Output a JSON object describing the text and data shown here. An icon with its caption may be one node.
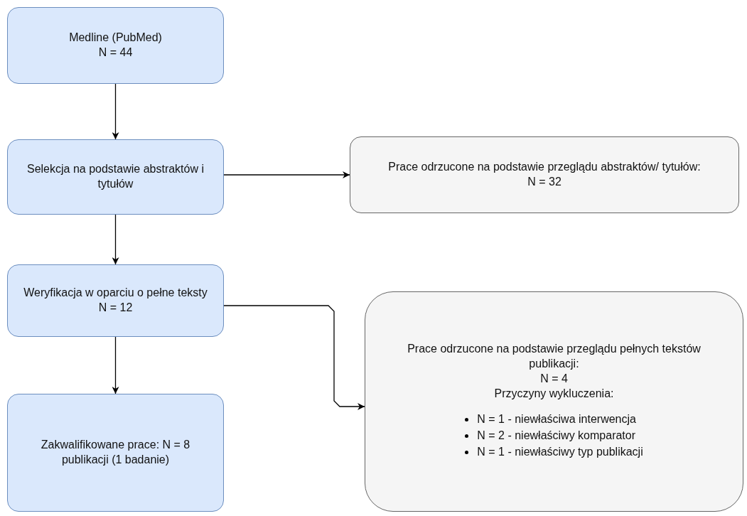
{
  "diagram": {
    "nodes": [
      {
        "text": [
          "Medline (PubMed)",
          "N = 44"
        ]
      },
      {
        "text": [
          "Selekcja na podstawie abstraktów i tytułów"
        ]
      },
      {
        "text": [
          "Prace odrzucone na podstawie przeglądu abstraktów/ tytułów:",
          "N = 32"
        ]
      },
      {
        "text": [
          "Weryfikacja w oparciu o pełne teksty",
          "N = 12"
        ]
      },
      {
        "text": [
          "Zakwalifikowane prace: N = 8 publikacji (1 badanie)"
        ]
      },
      {
        "text": [
          "Prace odrzucone na podstawie przeglądu pełnych tekstów publikacji:",
          "N = 4",
          "Przyczyny wykluczenia:",
          "N =  1 - niewłaściwa interwencja",
          "N = 2 - niewłaściwy komparator",
          "N = 1 - niewłaściwy typ publikacji"
        ]
      }
    ],
    "edges": [
      {
        "from": 0,
        "to": 1,
        "arrow": "to"
      },
      {
        "from": 1,
        "to": 2,
        "arrow": "to"
      },
      {
        "from": 1,
        "to": 3,
        "arrow": "to"
      },
      {
        "from": 3,
        "to": 4,
        "arrow": "to"
      },
      {
        "from": 3,
        "to": 5,
        "arrow": "to"
      }
    ]
  }
}
